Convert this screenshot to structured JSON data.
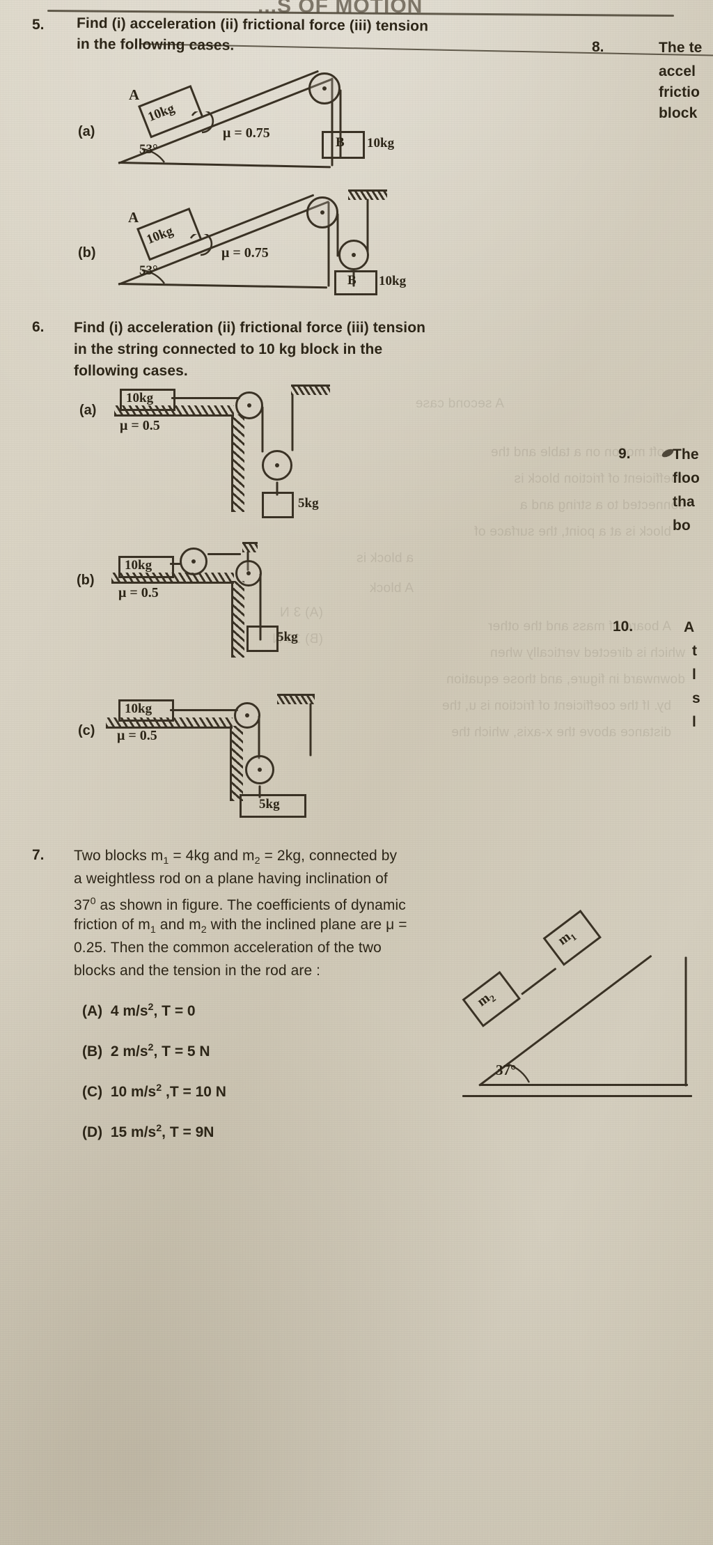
{
  "page": {
    "running_header": "...S OF MOTION",
    "background_color": "#d6d0c2",
    "ink_color": "#3a3225"
  },
  "questions": [
    {
      "number": "5.",
      "text_lines": [
        "Find (i) acceleration (ii) frictional force (iii) tension",
        "in the following cases."
      ],
      "figures": [
        {
          "label": "(a)",
          "block_on_incline": "10kg",
          "block_marker": "A",
          "friction": "μ = 0.75",
          "angle": "53°",
          "hanging_block_name": "B",
          "hanging_block_mass": "10kg",
          "pulley_count": 1
        },
        {
          "label": "(b)",
          "block_on_incline": "10kg",
          "block_marker": "A",
          "friction": "μ = 0.75",
          "angle": "53°",
          "hanging_block_name": "B",
          "hanging_block_mass": "10kg",
          "pulley_count": 2
        }
      ]
    },
    {
      "number": "6.",
      "text_lines": [
        "Find (i) acceleration (ii) frictional force (iii) tension",
        "in the string connected to 10 kg block in the",
        "following cases."
      ],
      "figures": [
        {
          "label": "(a)",
          "table_block": "10kg",
          "friction": "μ = 0.5",
          "hanging_block": "5kg",
          "pulley_count": 2
        },
        {
          "label": "(b)",
          "table_block": "10kg",
          "friction": "μ = 0.5",
          "hanging_block": "5kg",
          "pulley_count": 2
        },
        {
          "label": "(c)",
          "table_block": "10kg",
          "friction": "μ = 0.5",
          "hanging_block": "5kg",
          "pulley_count": 2
        }
      ]
    },
    {
      "number": "7.",
      "text_lines": [
        "Two blocks m₁ = 4kg and m₂ = 2kg, connected by",
        "a weightless rod on a plane having inclination of",
        "37⁰ as shown in figure. The coefficients of dynamic",
        "friction of m₁ and m₂ with the inclined plane are μ =",
        "0.25. Then the common acceleration of the two",
        "blocks and the tension in the rod are :"
      ],
      "options": [
        {
          "key": "(A)",
          "text": "4 m/s², T = 0"
        },
        {
          "key": "(B)",
          "text": "2 m/s², T = 5 N"
        },
        {
          "key": "(C)",
          "text": "10 m/s² ,T = 10 N"
        },
        {
          "key": "(D)",
          "text": "15 m/s², T = 9N"
        }
      ],
      "figure": {
        "upper_block": "m₁",
        "lower_block": "m₂",
        "angle": "37°"
      }
    }
  ],
  "right_column": [
    {
      "number": "8.",
      "fragments": [
        "The te",
        "accel",
        "frictio",
        "block"
      ]
    },
    {
      "number": "9.",
      "fragments": [
        "The",
        "floo",
        "tha",
        "bo"
      ]
    },
    {
      "number": "10.",
      "fragments": [
        "A",
        "t",
        "l",
        "s",
        "l"
      ]
    }
  ]
}
